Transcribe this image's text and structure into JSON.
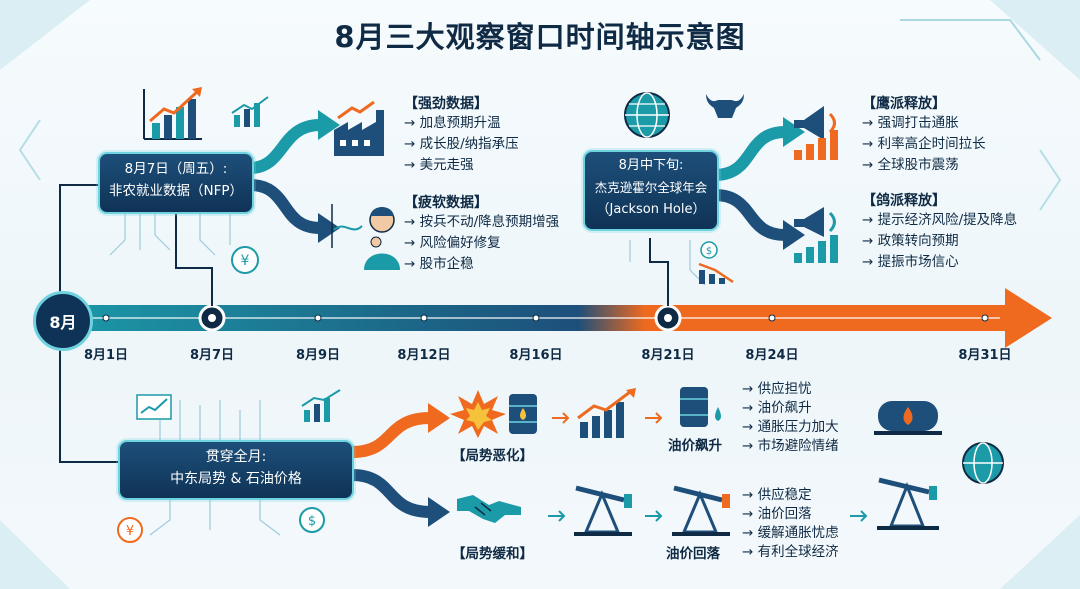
{
  "title": "8月三大观察窗口时间轴示意图",
  "timeline": {
    "month_badge": "8月",
    "ticks": [
      "8月1日",
      "8月7日",
      "8月9日",
      "8月12日",
      "8月16日",
      "8月21日",
      "8月24日",
      "8月31日"
    ]
  },
  "nfp": {
    "line1": "8月7日（周五）:",
    "line2": "非农就业数据（NFP）",
    "strong": {
      "title": "【强劲数据】",
      "items": [
        "加息预期升温",
        "成长股/纳指承压",
        "美元走强"
      ]
    },
    "weak": {
      "title": "【疲软数据】",
      "items": [
        "按兵不动/降息预期增强",
        "风险偏好修复",
        "股市企稳"
      ]
    }
  },
  "jackson": {
    "line1": "8月中下旬:",
    "line2": "杰克逊霍尔全球年会",
    "line3": "（Jackson Hole）",
    "hawk": {
      "title": "【鹰派释放】",
      "items": [
        "强调打击通胀",
        "利率高企时间拉长",
        "全球股市震荡"
      ]
    },
    "dove": {
      "title": "【鸽派释放】",
      "items": [
        "提示经济风险/提及降息",
        "政策转向预期",
        "提振市场信心"
      ]
    }
  },
  "mideast": {
    "line1": "贯穿全月:",
    "line2": "中东局势 & 石油价格",
    "worse": {
      "label": "【局势恶化】",
      "oil_label": "油价飙升",
      "items": [
        "供应担忧",
        "油价飙升",
        "通胀压力加大",
        "市场避险情绪"
      ]
    },
    "ease": {
      "label": "【局势缓和】",
      "oil_label": "油价回落",
      "items": [
        "供应稳定",
        "油价回落",
        "缓解通胀忧虑",
        "有利全球经济"
      ]
    }
  },
  "colors": {
    "teal": "#1b9aa8",
    "navy": "#1d4f7a",
    "orange": "#ef6a1f",
    "dark": "#0f2a44"
  },
  "icons": [
    "bar-chart-icon",
    "factory-icon",
    "thinking-person-icon",
    "globe-icon",
    "bull-icon",
    "megaphone-icon",
    "down-chart-icon",
    "explosion-icon",
    "oil-barrel-icon",
    "handshake-icon",
    "oil-pump-icon",
    "oil-tank-icon",
    "yen-coin-icon",
    "dollar-coin-icon"
  ]
}
